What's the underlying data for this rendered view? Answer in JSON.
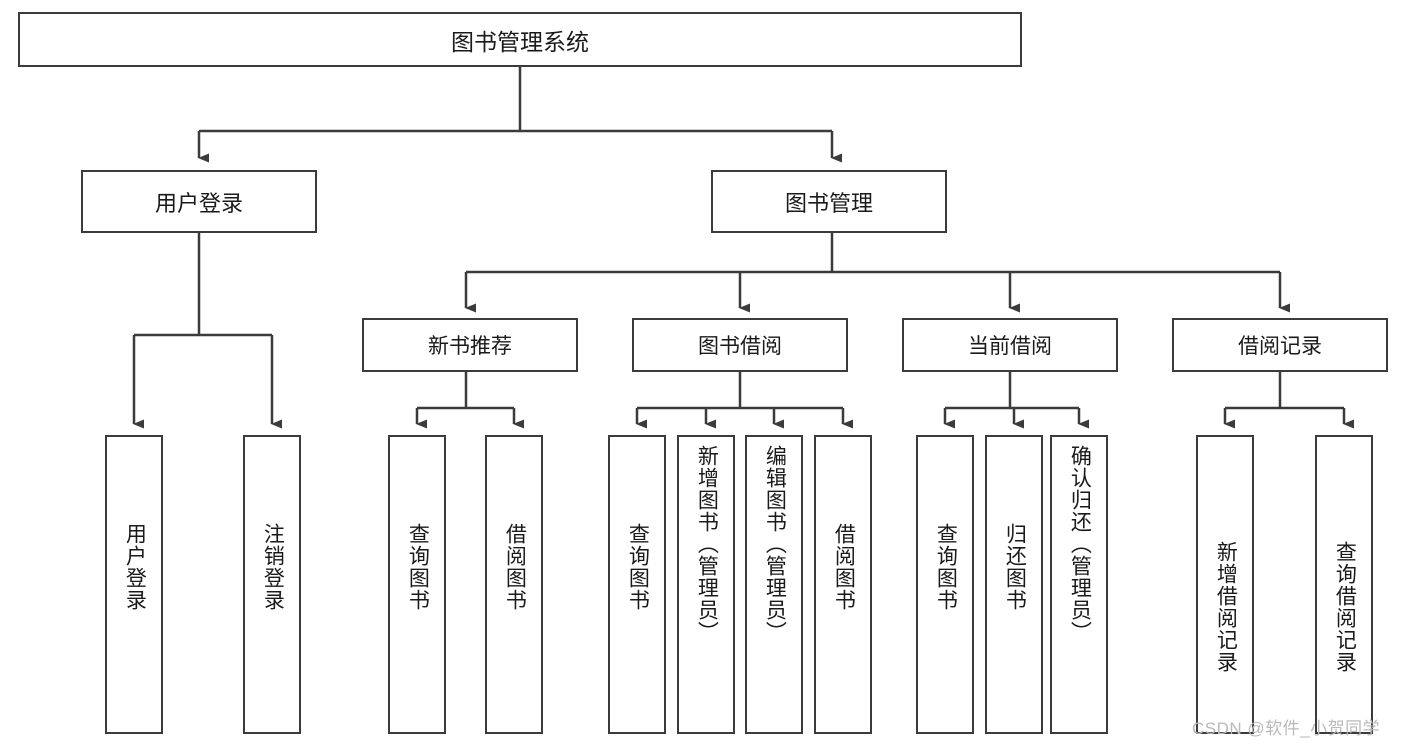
{
  "diagram": {
    "title": "图书管理系统",
    "type": "tree",
    "root": {
      "label": "图书管理系统"
    },
    "level2": [
      {
        "label": "用户登录"
      },
      {
        "label": "图书管理"
      }
    ],
    "level3": [
      {
        "label": "新书推荐"
      },
      {
        "label": "图书借阅"
      },
      {
        "label": "当前借阅"
      },
      {
        "label": "借阅记录"
      }
    ],
    "leaves": {
      "user_login": [
        {
          "label": "用户登录"
        },
        {
          "label": "注销登录"
        }
      ],
      "new_book_recommend": [
        {
          "label": "查询图书"
        },
        {
          "label": "借阅图书"
        }
      ],
      "book_borrow": [
        {
          "label": "查询图书"
        },
        {
          "label": "新增图书（管理员）"
        },
        {
          "label": "编辑图书（管理员）"
        },
        {
          "label": "借阅图书"
        }
      ],
      "current_borrow": [
        {
          "label": "查询图书"
        },
        {
          "label": "归还图书"
        },
        {
          "label": "确认归还（管理员）"
        }
      ],
      "borrow_record": [
        {
          "label": "新增借阅记录"
        },
        {
          "label": "查询借阅记录"
        }
      ]
    }
  },
  "watermark": {
    "text": "CSDN @软件_小贺同学"
  },
  "colors": {
    "stroke": "#3b3b3b",
    "background": "#ffffff",
    "text": "#1a1a1a",
    "watermark": "#b9b9b9"
  }
}
